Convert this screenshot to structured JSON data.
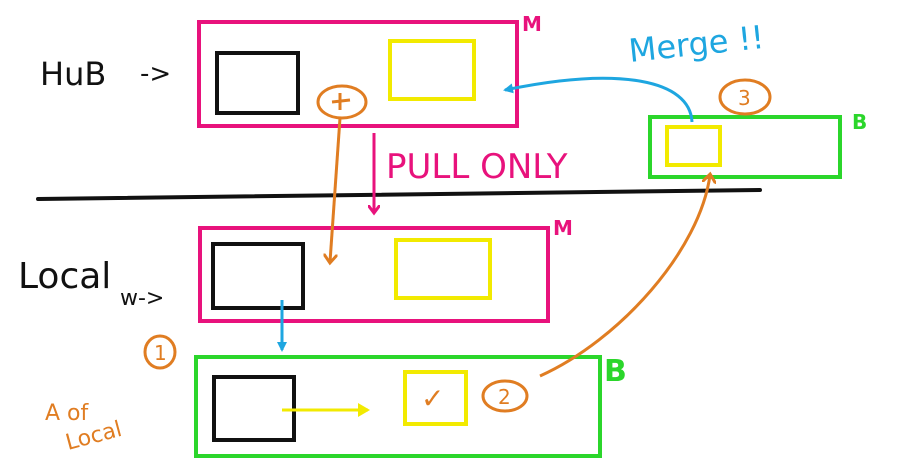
{
  "labels": {
    "hub": "HuB",
    "hub_arrow": "->",
    "local": "Local",
    "w_arrow": "w->",
    "pull_only": "PULL ONLY",
    "merge": "Merge !!",
    "m_hub": "M",
    "m_local": "M",
    "b_remote": "B",
    "b_local": "B",
    "a_of": "A of",
    "a_local": "Local",
    "step1": "1",
    "step2": "2",
    "step3": "3",
    "check": "✓"
  },
  "colors": {
    "pink": "#e8127c",
    "green": "#2bd62b",
    "yellow": "#f2ea00",
    "orange": "#e07d22",
    "blue": "#1ea6e0",
    "black": "#111111"
  }
}
